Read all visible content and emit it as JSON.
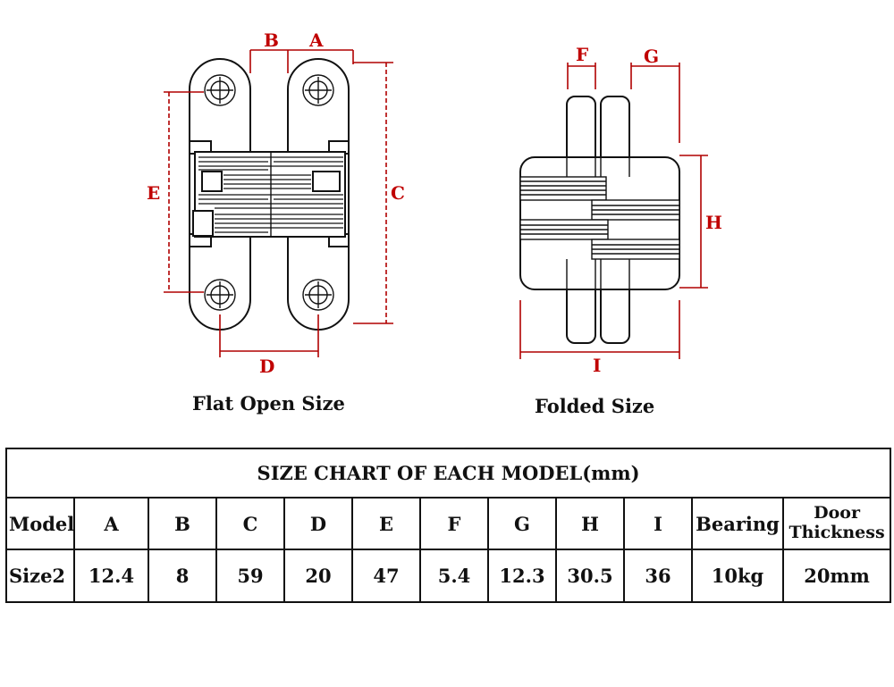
{
  "dimension_labels": {
    "A": "A",
    "B": "B",
    "C": "C",
    "D": "D",
    "E": "E",
    "F": "F",
    "G": "G",
    "H": "H",
    "I": "I"
  },
  "captions": {
    "flat": "Flat Open Size",
    "folded": "Folded Size"
  },
  "colors": {
    "dimension": "#c00000",
    "outline": "#111111"
  },
  "table": {
    "title": "SIZE CHART OF EACH MODEL(mm)",
    "headers": [
      "Model",
      "A",
      "B",
      "C",
      "D",
      "E",
      "F",
      "G",
      "H",
      "I",
      "Bearing",
      "Door",
      "Thickness"
    ],
    "row": [
      "Size2",
      "12.4",
      "8",
      "59",
      "20",
      "47",
      "5.4",
      "12.3",
      "30.5",
      "36",
      "10kg",
      "20mm"
    ]
  }
}
